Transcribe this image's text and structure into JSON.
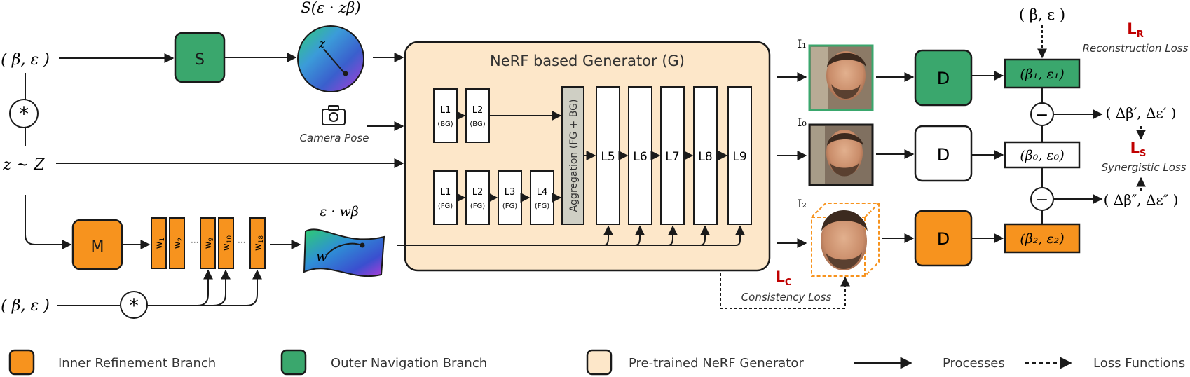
{
  "colors": {
    "orange": "#f7931e",
    "green": "#3aa76d",
    "cream": "#fde7c9",
    "gray": "#cfcfc4",
    "red": "#c00000",
    "line": "#1a1a1a"
  },
  "inputs": {
    "top_params": "( β, ε )",
    "latent": "z ~ Z",
    "bottom_params": "( β, ε )",
    "star": "*"
  },
  "modules": {
    "s_label": "S",
    "m_label": "M",
    "s_output": "S(ε · zβ)",
    "sphere_z": "z",
    "camera_pose": "Camera Pose",
    "wspace_label": "ε · wβ",
    "wspace_w": "w"
  },
  "w_blocks": [
    {
      "main": "w",
      "sub": "1"
    },
    {
      "main": "w",
      "sub": "2"
    },
    {
      "main": "w",
      "sub": "9"
    },
    {
      "main": "w",
      "sub": "10"
    },
    {
      "main": "w",
      "sub": "18"
    }
  ],
  "w_dots": [
    "···",
    "···"
  ],
  "generator": {
    "title": "NeRF based Generator (G)",
    "bg_layers": [
      {
        "name": "L1",
        "tag": "(BG)"
      },
      {
        "name": "L2",
        "tag": "(BG)"
      }
    ],
    "fg_layers": [
      {
        "name": "L1",
        "tag": "(FG)"
      },
      {
        "name": "L2",
        "tag": "(FG)"
      },
      {
        "name": "L3",
        "tag": "(FG)"
      },
      {
        "name": "L4",
        "tag": "(FG)"
      }
    ],
    "aggregation": "Aggregation (FG + BG)",
    "upper_layers": [
      "L5",
      "L6",
      "L7",
      "L8",
      "L9"
    ]
  },
  "images": {
    "i1": "I₁",
    "i0": "I₀",
    "i2": "I₂"
  },
  "discriminators": {
    "d_label": "D"
  },
  "predictions": {
    "p1": "(β₁, ε₁)",
    "p0": "(β₀, ε₀)",
    "p2": "(β₂, ε₂)"
  },
  "differences": {
    "top": "( Δβ′, Δε′ )",
    "bottom": "( Δβ″, Δε″ )",
    "minus": "−"
  },
  "losses": {
    "lr_main": "L",
    "lr_sub": "R",
    "lr_name": "Reconstruction Loss",
    "gt_params": "( β, ε )",
    "ls_main": "L",
    "ls_sub": "S",
    "ls_name": "Synergistic Loss",
    "lc_main": "L",
    "lc_sub": "C",
    "lc_name": "Consistency Loss"
  },
  "legend": {
    "inner": "Inner Refinement Branch",
    "outer": "Outer Navigation Branch",
    "pretrained": "Pre-trained NeRF Generator",
    "processes": "Processes",
    "loss_functions": "Loss Functions"
  }
}
